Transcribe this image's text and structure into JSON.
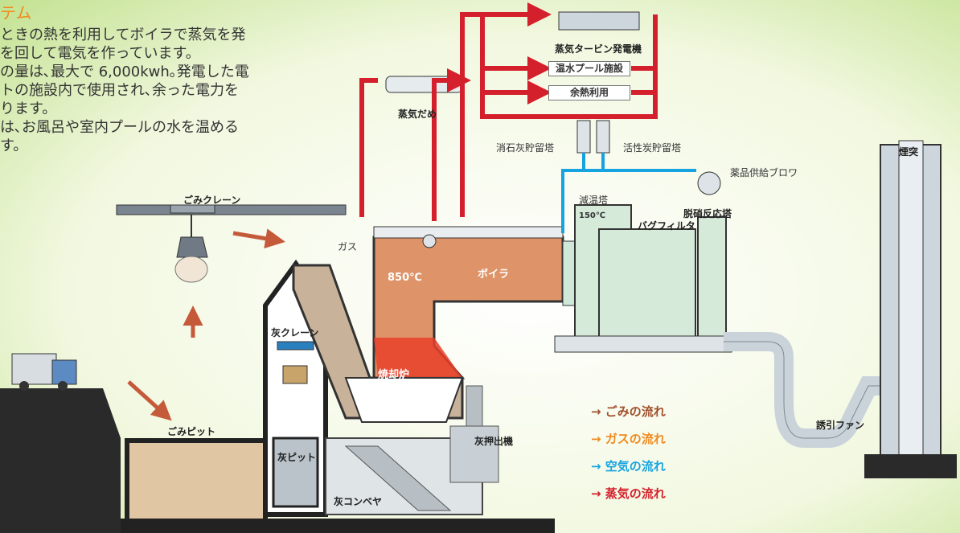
{
  "intro": {
    "title": "テム",
    "lines": [
      "ときの熱を利用してボイラで蒸気を発",
      "を回して電気を作っています。",
      "の量は､最大で 6,000kwh｡発電した電",
      "トの施設内で使用され､余った電力を",
      "ります。",
      "は､お風呂や室内プールの水を温める",
      "す。"
    ]
  },
  "labels": {
    "turbine": "蒸気タービン発電機",
    "pool": "温水プール施設",
    "waste_heat": "余熱利用",
    "steam_header": "蒸気だめ",
    "lime_silo": "消石灰貯留塔",
    "carbon_silo": "活性炭貯留塔",
    "blower": "薬品供給ブロワ",
    "chimney": "煙突",
    "cooling_tower": "減温塔",
    "denitration": "脱硝反応塔",
    "bag_filter": "バグフィルタ",
    "gas": "ガス",
    "temp": "850℃",
    "boiler": "ボイラ",
    "incinerator": "焼却炉",
    "crane": "ごみクレーン",
    "ash_crane": "灰クレーン",
    "pit": "ごみピット",
    "ash_pit": "灰ピット",
    "ash_conveyor": "灰コンベヤ",
    "ash_pusher": "灰押出機",
    "fan": "誘引ファン",
    "temp_small": "150℃"
  },
  "legend": [
    {
      "text": "→ ごみの流れ",
      "color": "#a0502c"
    },
    {
      "text": "→ ガスの流れ",
      "color": "#f08a1e"
    },
    {
      "text": "→ 空気の流れ",
      "color": "#17a3e0"
    },
    {
      "text": "→ 蒸気の流れ",
      "color": "#d4202c"
    }
  ]
}
